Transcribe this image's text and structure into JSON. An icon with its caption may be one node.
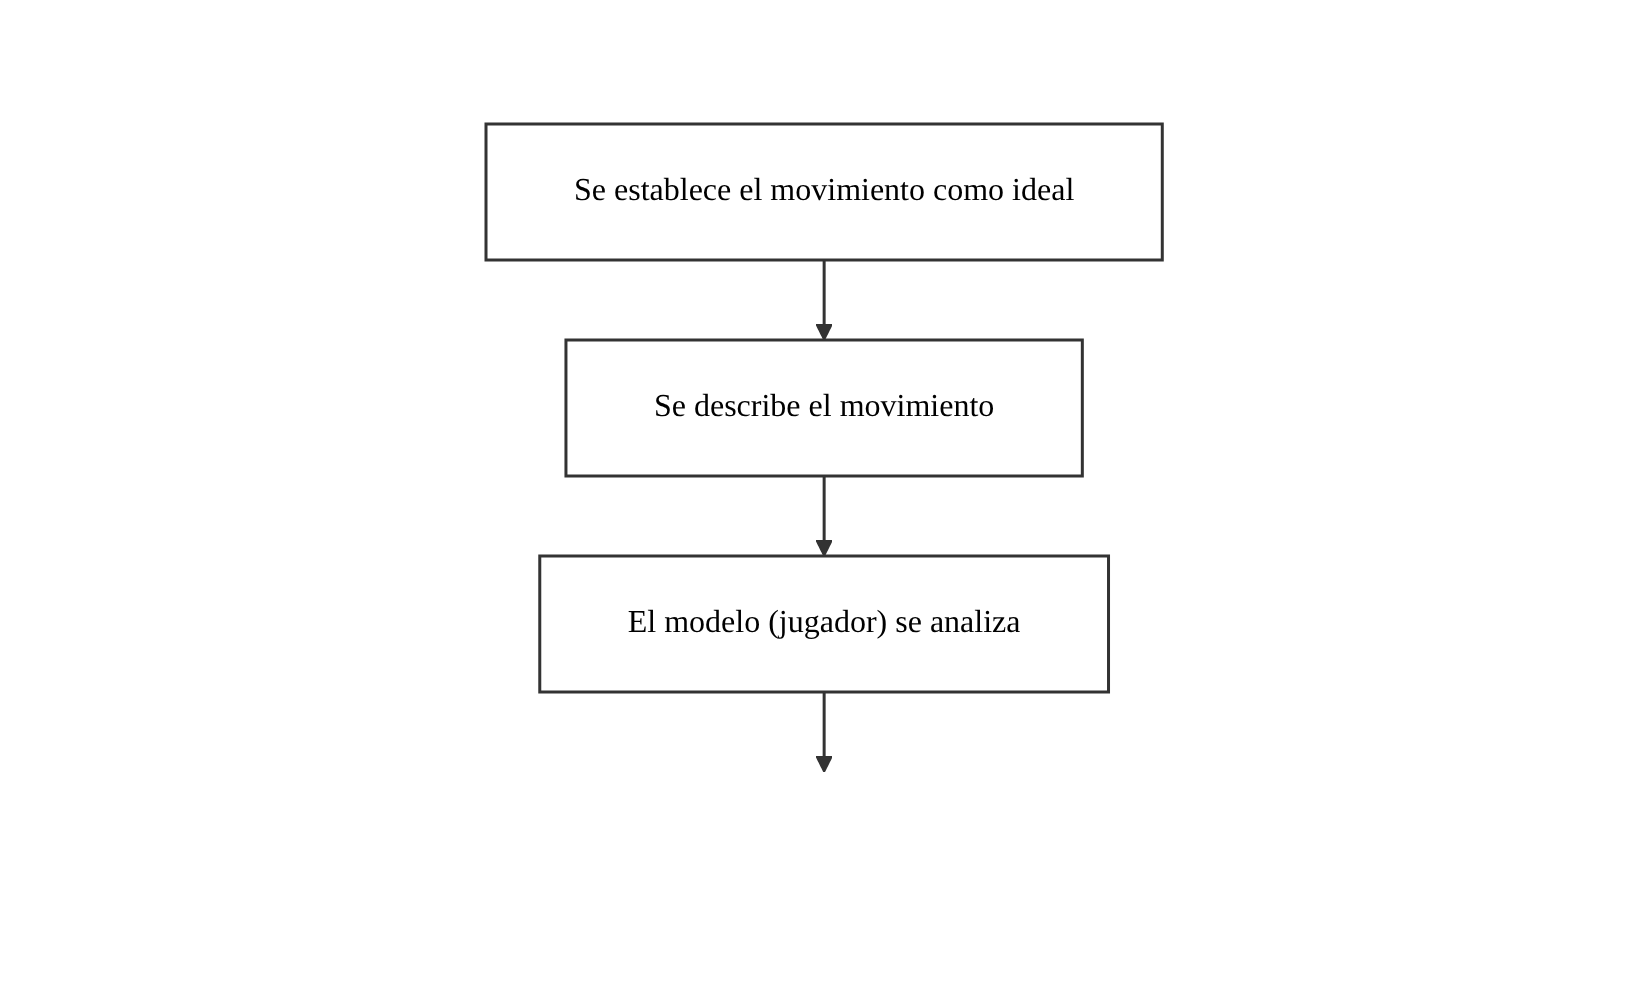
{
  "diagram": {
    "nodes": [
      {
        "text": [
          "Se establece el movimiento como ideal"
        ]
      },
      {
        "text": [
          "Se describe el movimiento"
        ]
      },
      {
        "text": [
          "El modelo (jugador) se analiza"
        ]
      }
    ],
    "edges": [
      {
        "from": 0,
        "to": 1,
        "arrow": "to"
      },
      {
        "from": 1,
        "to": 2,
        "arrow": "to"
      },
      {
        "from": 2,
        "to": null,
        "arrow": "to"
      }
    ]
  }
}
